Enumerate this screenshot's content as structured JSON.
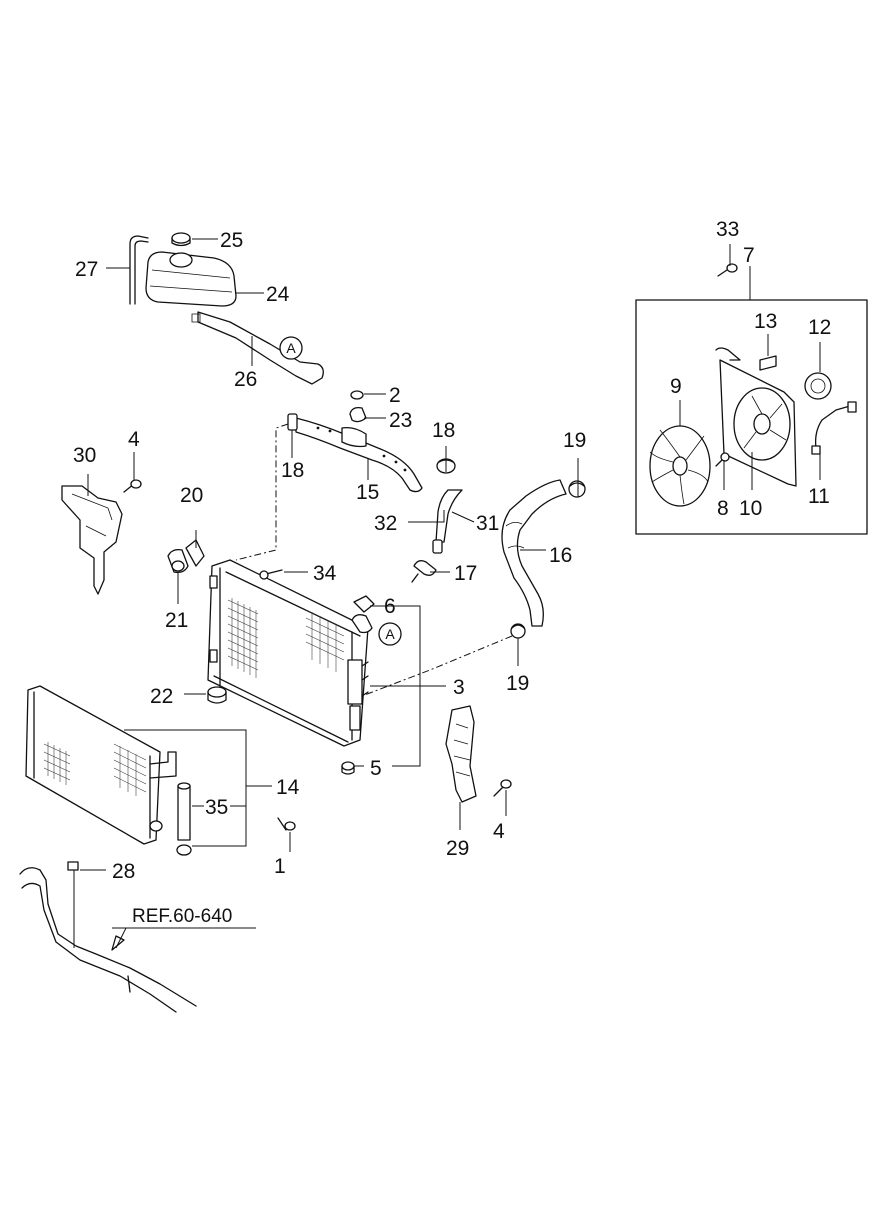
{
  "callouts": {
    "c1": "1",
    "c2": "2",
    "c3": "3",
    "c4a": "4",
    "c4b": "4",
    "c5": "5",
    "c6": "6",
    "c7": "7",
    "c8": "8",
    "c9": "9",
    "c10": "10",
    "c11": "11",
    "c12": "12",
    "c13": "13",
    "c14": "14",
    "c15": "15",
    "c16": "16",
    "c17": "17",
    "c18a": "18",
    "c18b": "18",
    "c19a": "19",
    "c19b": "19",
    "c20": "20",
    "c21": "21",
    "c22": "22",
    "c23": "23",
    "c24": "24",
    "c25": "25",
    "c26": "26",
    "c27": "27",
    "c28": "28",
    "c29": "29",
    "c30": "30",
    "c31": "31",
    "c32": "32",
    "c33": "33",
    "c34": "34",
    "c35": "35"
  },
  "connector_label_a1": "A",
  "connector_label_a2": "A",
  "reference_label": "REF.60-640"
}
